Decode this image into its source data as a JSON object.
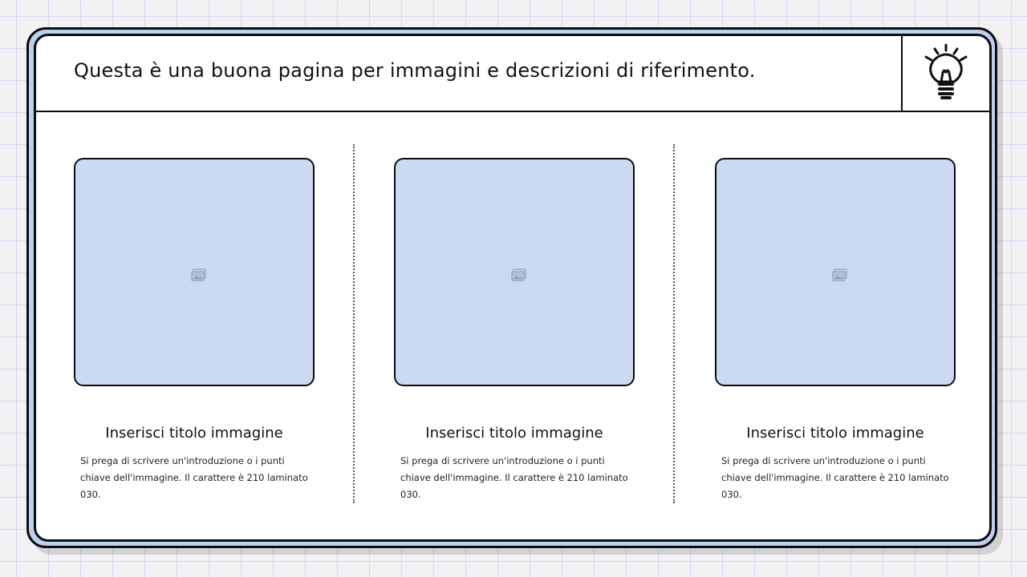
{
  "slide": {
    "title": "Questa è una buona pagina per immagini e descrizioni di riferimento.",
    "header_icon": "lightbulb-icon",
    "colors": {
      "frame_blue": "#bfcff0",
      "image_placeholder": "#cbd9f2",
      "outline": "#0d0d0d",
      "grid_line": "#d6d8f4",
      "background": "#f2f2f4"
    },
    "columns": [
      {
        "image_icon": "image-placeholder-icon",
        "title": "Inserisci titolo immagine",
        "text": "Si prega di scrivere un'introduzione o i punti chiave dell'immagine. Il carattere è 210 laminato 030."
      },
      {
        "image_icon": "image-placeholder-icon",
        "title": "Inserisci titolo immagine",
        "text": "Si prega di scrivere un'introduzione o i punti chiave dell'immagine. Il carattere è 210 laminato 030."
      },
      {
        "image_icon": "image-placeholder-icon",
        "title": "Inserisci titolo immagine",
        "text": "Si prega di scrivere un'introduzione o i punti chiave dell'immagine. Il carattere è 210 laminato 030."
      }
    ]
  }
}
